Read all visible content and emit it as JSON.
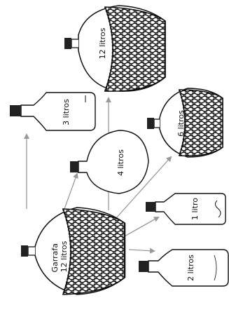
{
  "diagram": {
    "containers": [
      {
        "id": "garrafa",
        "kind": "wicker-demijohn",
        "label_line1": "Garrafa",
        "label_line2": "12 litros"
      },
      {
        "id": "top-demijohn",
        "kind": "wicker-demijohn",
        "label": "12 litros"
      },
      {
        "id": "bottle-3",
        "kind": "bottle",
        "label": "3 litros"
      },
      {
        "id": "jug-4",
        "kind": "round-jug",
        "label": "4 litros"
      },
      {
        "id": "demijohn-6",
        "kind": "wicker-demijohn",
        "label": "6 litros"
      },
      {
        "id": "bottle-1",
        "kind": "small-bottle",
        "label": "1 litro"
      },
      {
        "id": "bottle-2",
        "kind": "bottle",
        "label": "2 litros"
      }
    ],
    "arrow_color": "#9a9a9a",
    "ink_color": "#111111"
  }
}
